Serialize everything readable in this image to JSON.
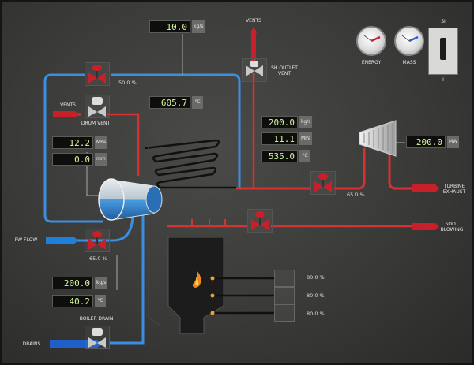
{
  "readouts": {
    "top_flow": {
      "value": "10.0",
      "unit": "kg/s"
    },
    "superheat_temp": {
      "value": "605.7",
      "unit": "°C"
    },
    "drum_pressure": {
      "value": "12.2",
      "unit": "MPa"
    },
    "drum_level": {
      "value": "0.0",
      "unit": "mm"
    },
    "outlet_flow": {
      "value": "200.0",
      "unit": "kg/s"
    },
    "outlet_pressure": {
      "value": "11.1",
      "unit": "MPa"
    },
    "outlet_temp": {
      "value": "535.0",
      "unit": "°C"
    },
    "turbine_power": {
      "value": "200.0",
      "unit": "MW"
    },
    "fw_flow": {
      "value": "200.0",
      "unit": "kg/s"
    },
    "fw_temp": {
      "value": "40.2",
      "unit": "°C"
    }
  },
  "labels": {
    "vents_top": "VENTS",
    "sh_outlet_vent": "SH OUTLET VENT",
    "vents_left": "VENTS",
    "drum_vent": "DRUM VENT",
    "fw_flow": "FW FLOW",
    "boiler_drain": "BOILER DRAIN",
    "drains": "DRAINS",
    "turbine_exhaust": "TURBINE EXHAUST",
    "soot_blowing": "SOOT BLOWING",
    "energy": "ENERGY",
    "mass": "MASS",
    "si": "SI",
    "switch_i": "I"
  },
  "percents": {
    "top_valve": "50.0 %",
    "turbine_valve": "65.0 %",
    "fw_valve": "65.0 %",
    "burner_1": "80.0 %",
    "burner_2": "80.0 %",
    "burner_3": "80.0 %"
  },
  "colors": {
    "hot_pipe": "#d93030",
    "cold_pipe": "#3a8fe0",
    "valve_red": "#c8202a",
    "readout_text": "#d4f5a0"
  }
}
